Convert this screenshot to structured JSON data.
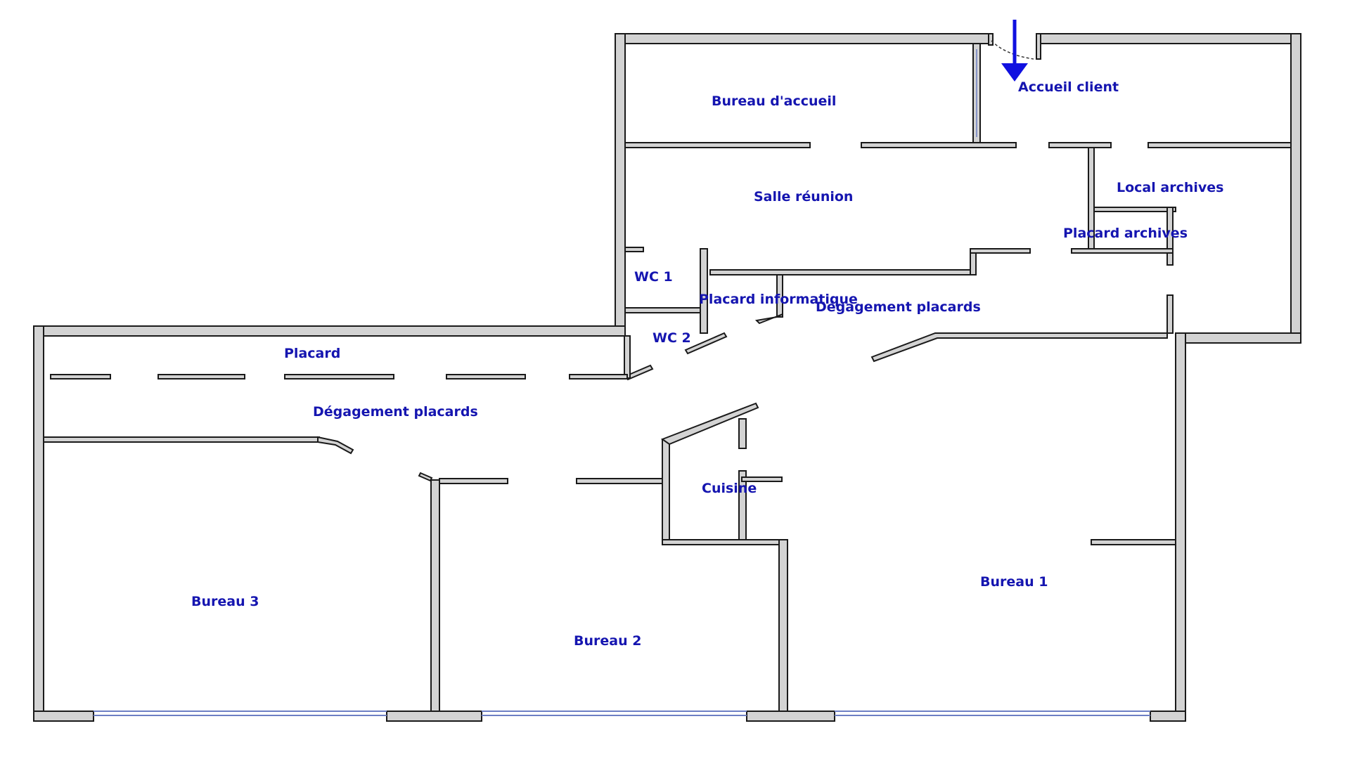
{
  "colors": {
    "label": "#1515b0",
    "arrow": "#1010e0",
    "wall_fill": "#d3d3d3",
    "wall_stroke": "#1a1a1a",
    "background": "#ffffff"
  },
  "icons": {
    "entrance": "down-arrow-icon"
  },
  "rooms": {
    "accueil_client": "Accueil client",
    "bureau_accueil": "Bureau d'accueil",
    "salle_reunion": "Salle réunion",
    "local_archives": "Local archives",
    "placard_archives": "Placard archives",
    "wc1": "WC 1",
    "placard_informatique": "Placard informatique",
    "degagement_placards_upper": "Dégagement placards",
    "wc2": "WC 2",
    "placard": "Placard",
    "degagement_placards_lower": "Dégagement placards",
    "cuisine": "Cuisine",
    "bureau1": "Bureau 1",
    "bureau2": "Bureau 2",
    "bureau3": "Bureau 3"
  }
}
